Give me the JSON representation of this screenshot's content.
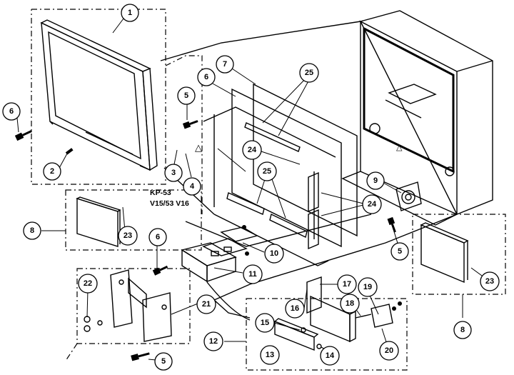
{
  "callouts": [
    "1",
    "2",
    "3",
    "4",
    "5",
    "6",
    "7",
    "8",
    "9",
    "10",
    "11",
    "12",
    "13",
    "14",
    "15",
    "16",
    "17",
    "18",
    "19",
    "20",
    "21",
    "22",
    "23",
    "24",
    "25"
  ],
  "model_label": {
    "line1": "KP-53",
    "line2": "V15/53 V16"
  },
  "warning_symbol": "△"
}
